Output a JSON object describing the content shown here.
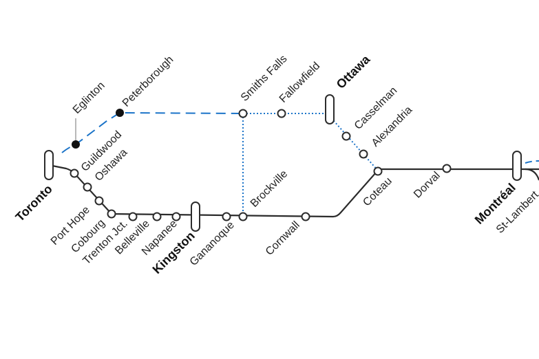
{
  "colors": {
    "line": "#2b2b2b",
    "proposed": "#1a73c8",
    "label": "#222222",
    "background": "#ffffff"
  },
  "legend": [],
  "stations": {
    "toronto": "Toronto",
    "guildwood": "Guildwood",
    "oshawa": "Oshawa",
    "port_hope": "Port Hope",
    "cobourg": "Cobourg",
    "trenton_jct": "Trenton Jct.",
    "belleville": "Belleville",
    "napanee": "Napanee",
    "kingston": "Kingston",
    "gananoque": "Gananoque",
    "brockville": "Brockville",
    "cornwall": "Cornwall",
    "coteau": "Coteau",
    "dorval": "Dorval",
    "montreal": "Montréal",
    "st_lambert": "St-Lambert",
    "alexandria": "Alexandria",
    "casselman": "Casselman",
    "ottawa": "Ottawa",
    "fallowfield": "Fallowfield",
    "smiths_falls": "Smiths Falls",
    "peterborough": "Peterborough",
    "eglinton": "Eglinton"
  }
}
